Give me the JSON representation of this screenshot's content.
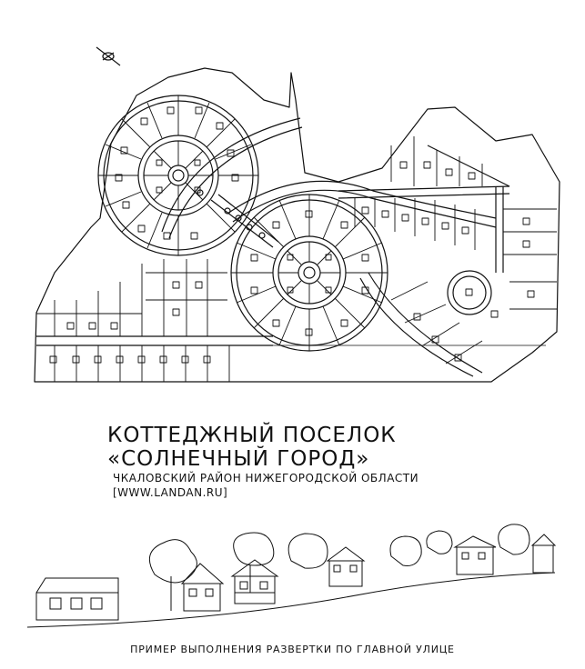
{
  "title": {
    "line1": "КОТТЕДЖНЫЙ ПОСЕЛОК",
    "line2": "«СОЛНЕЧНЫЙ ГОРОД»",
    "line3": "ЧКАЛОВСКИЙ РАЙОН НИЖЕГОРОДСКОЙ ОБЛАСТИ",
    "line4": "[WWW.LANDAN.RU]"
  },
  "caption": "ПРИМЕР ВЫПОЛНЕНИЯ РАЗВЕРТКИ ПО ГЛАВНОЙ УЛИЦЕ",
  "plan": {
    "circles": [
      "circle-north",
      "circle-center",
      "circle-east"
    ],
    "north_arrow": "north-arrow-icon"
  },
  "colors": {
    "ink": "#111111",
    "paper": "#ffffff"
  }
}
